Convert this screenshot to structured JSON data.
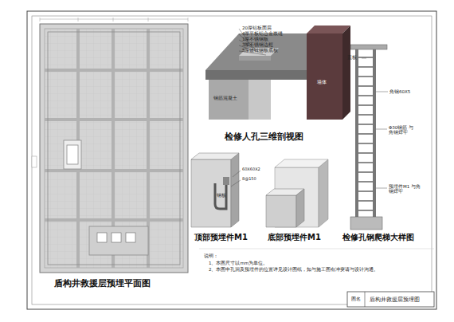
{
  "diagram": {
    "nodes": [
      {
        "text": [
          "图名",
          "盾构井救援层预埋图"
        ]
      }
    ],
    "labels": [
      "20厚铝板面层",
      "4厚平板铝合金嵌缝",
      "1厚不锈钢板",
      "3厚不锈钢边框",
      "5厚镀锌钢板底板",
      "墙体",
      "钢筋混凝土",
      "检修人孔三维剖视图",
      "60X60X2",
      "8@150",
      "钢板",
      "顶部预埋件M1",
      "底部预埋件M1",
      "盖板",
      "角钢60X5",
      "Φ30钢筋 与角钢焊牢",
      "预埋件M1 与角钢焊牢",
      "检修孔钢爬梯大样图",
      "盾构井救援层预埋平面图",
      "说明：",
      "1、本图尺寸以mm为单位。",
      "2、本图中孔洞及预埋件的位置详见设计图纸，如与施工图有冲突请与设计沟通。"
    ]
  }
}
